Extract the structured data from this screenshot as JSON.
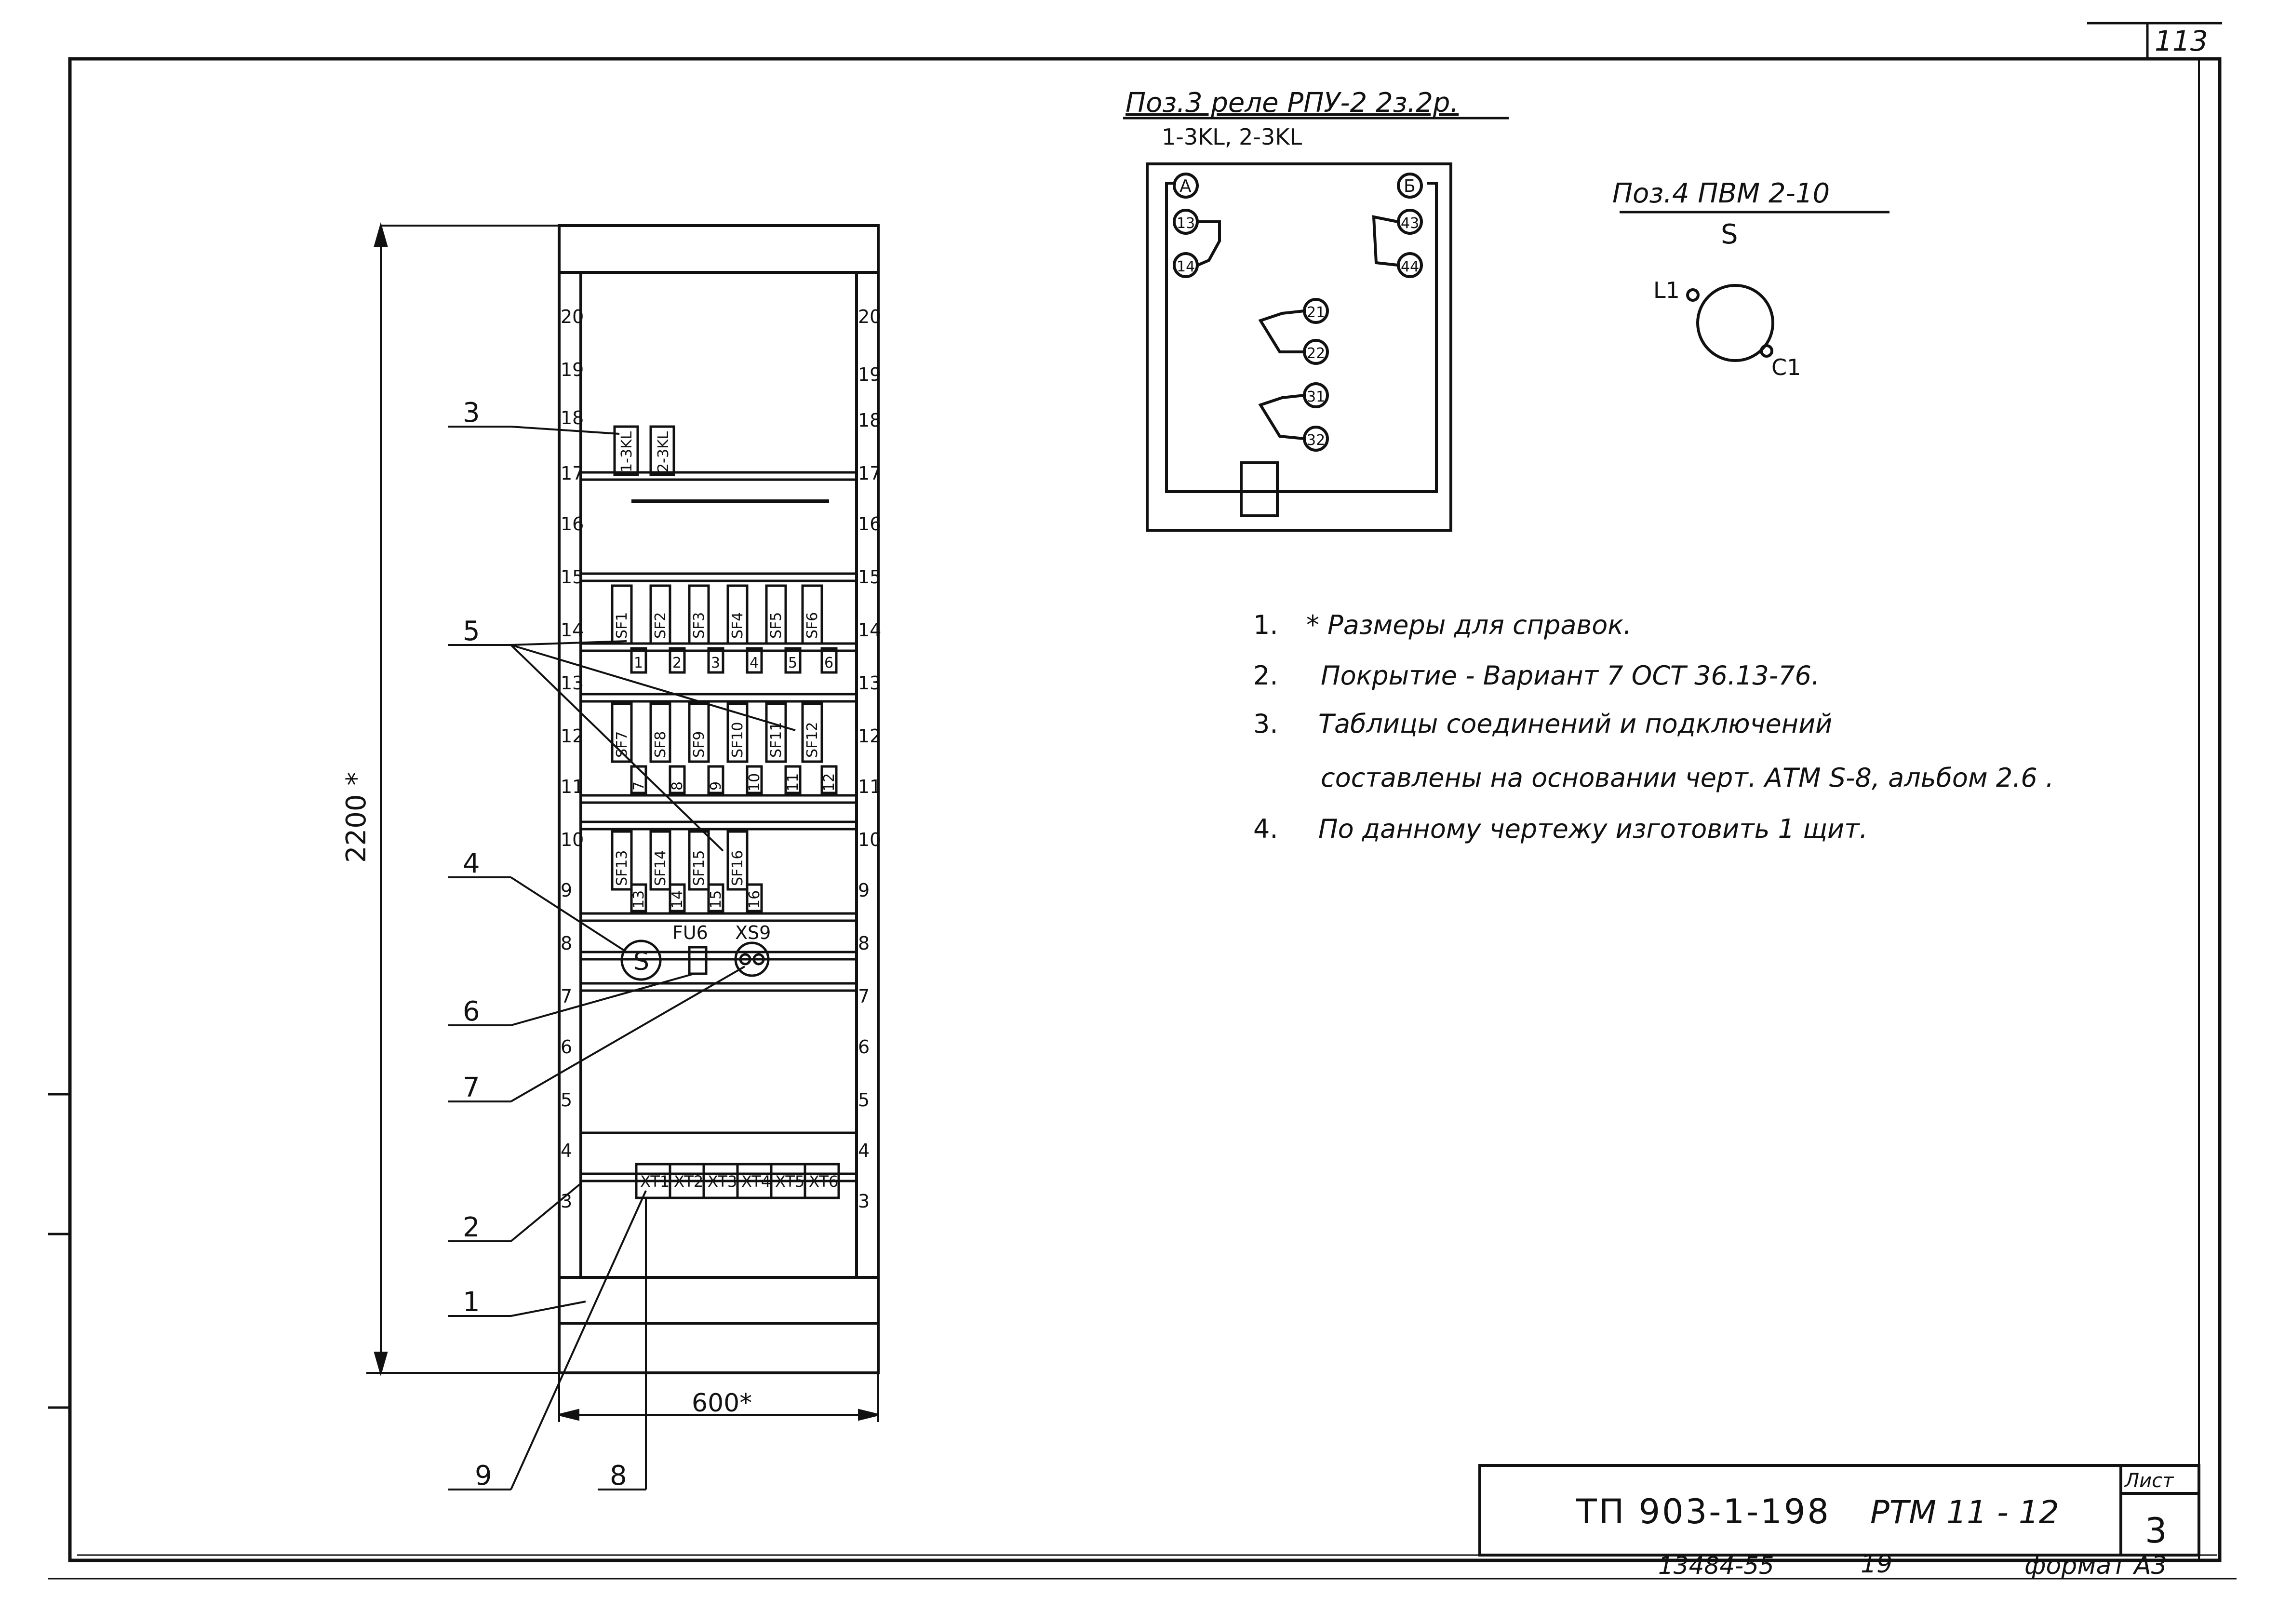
{
  "sheet": {
    "corner_number": "113",
    "format_label": "формат А3",
    "inventory": "13484-55",
    "copy_number": "19"
  },
  "title_block": {
    "doc_code": "ТП 903-1-198",
    "mark": "РТМ 11 - 12",
    "sheet_label": "Лист",
    "sheet_number": "3"
  },
  "cabinet": {
    "height_dim": "2200 *",
    "width_dim": "600*",
    "rail_numbers": [
      "20",
      "19",
      "18",
      "17",
      "16",
      "15",
      "14",
      "13",
      "12",
      "11",
      "10",
      "9",
      "8",
      "7",
      "6",
      "5",
      "4",
      "3"
    ],
    "relays": [
      "1-3KL",
      "2-3KL"
    ],
    "breakers_row1": [
      "SF1",
      "SF2",
      "SF3",
      "SF4",
      "SF5",
      "SF6"
    ],
    "breakers_row2": [
      "SF7",
      "SF8",
      "SF9",
      "SF10",
      "SF11",
      "SF12"
    ],
    "breakers_row3": [
      "SF13",
      "SF14",
      "SF15",
      "SF16"
    ],
    "terminals_row1": [
      "1",
      "2",
      "3",
      "4",
      "5",
      "6"
    ],
    "terminals_row2": [
      "7",
      "8",
      "9",
      "10",
      "11",
      "12"
    ],
    "terminals_row3": [
      "13",
      "14",
      "15",
      "16"
    ],
    "switch_symbol": "S",
    "fuse_label": "FU6",
    "socket_label": "XS9",
    "terminal_blocks": [
      "XT1",
      "XT2",
      "XT3",
      "XT4",
      "XT5",
      "XT6"
    ]
  },
  "callouts": [
    "3",
    "5",
    "4",
    "6",
    "7",
    "2",
    "1",
    "9",
    "8"
  ],
  "relay_detail": {
    "title": "Поз.3 реле РПУ-2 2з.2р.",
    "subtitle": "1-3KL, 2-3KL",
    "left_top": "А",
    "right_top": "Б",
    "contacts": [
      "13",
      "14",
      "43",
      "44",
      "21",
      "22",
      "31",
      "32"
    ]
  },
  "switch_detail": {
    "title": "Поз.4 ПВМ 2-10",
    "symbol": "S",
    "pin_left": "L1",
    "pin_right": "C1"
  },
  "notes": [
    {
      "num": "1.",
      "text": "* Размеры  для  справок."
    },
    {
      "num": "2.",
      "text": "Покрытие - Вариант 7   ОСТ 36.13-76."
    },
    {
      "num": "3.",
      "text": "Таблицы  соединений  и  подключений"
    },
    {
      "num": "",
      "text": "составлены  на  основании  черт. АТМ S-8, альбом 2.6 ."
    },
    {
      "num": "4.",
      "text": "По данному  чертежу  изготовить  1  щит."
    }
  ]
}
